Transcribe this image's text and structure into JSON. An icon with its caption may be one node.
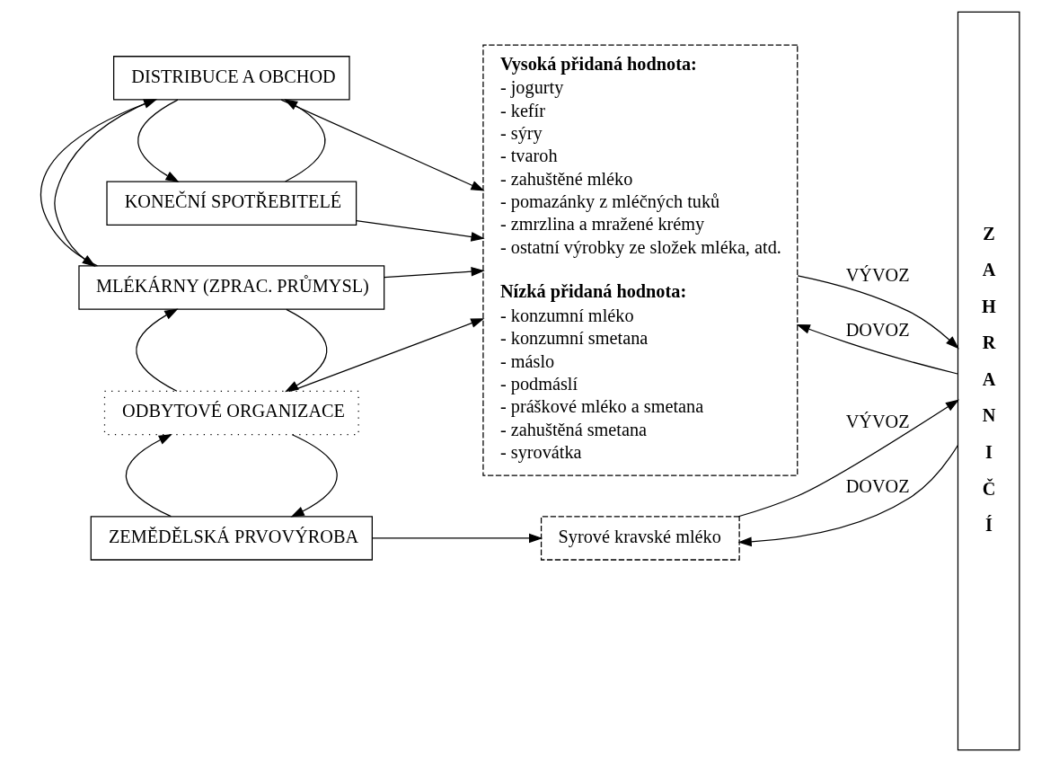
{
  "diagram": {
    "nodes": [
      {
        "text": [
          "KONEČNÍ SPOTŘEBITELÉ"
        ]
      },
      {
        "text": [
          "DISTRIBUCE A OBCHOD"
        ]
      },
      {
        "text": [
          "MLÉKÁRNY (ZPRAC. PRŮMYSL)"
        ]
      },
      {
        "text": [
          "ODBYTOVÉ ORGANIZACE"
        ]
      },
      {
        "text": [
          "ZEMĚDĚLSKÁ PRVOVÝROBA"
        ]
      },
      {
        "text": [
          "Vysoká přidaná hodnota:",
          "- jogurty",
          "- kefír",
          "- sýry",
          "- tvaroh",
          "- zahuštěné mléko",
          "- pomazánky z mléčných tuků",
          "- zmrzlina a mražené krémy",
          "- ostatní výrobky ze složek mléka, atd.",
          "Nízká přidaná hodnota:",
          "- konzumní mléko",
          "- konzumní smetana",
          "- máslo",
          "- podmáslí",
          "- práškové mléko a smetana",
          "- zahuštěná smetana",
          "- syrovátka"
        ]
      },
      {
        "text": [
          "ZAHRANIČÍ"
        ]
      },
      {
        "text": [
          "Syrové kravské mléko"
        ]
      }
    ],
    "edges": [
      {
        "from": 0,
        "to": 1,
        "arrow": "to"
      },
      {
        "from": 1,
        "to": 0,
        "arrow": "to"
      },
      {
        "from": 1,
        "to": 2,
        "arrow": "to"
      },
      {
        "from": 2,
        "to": 1,
        "arrow": "to"
      },
      {
        "from": 2,
        "to": 3,
        "arrow": "to"
      },
      {
        "from": 3,
        "to": 2,
        "arrow": "to"
      },
      {
        "from": 3,
        "to": 4,
        "arrow": "to"
      },
      {
        "from": 4,
        "to": 3,
        "arrow": "to"
      },
      {
        "from": 0,
        "to": 5,
        "arrow": "to"
      },
      {
        "from": 1,
        "to": 5,
        "arrow": "to"
      },
      {
        "from": 2,
        "to": 5,
        "arrow": "to"
      },
      {
        "from": 3,
        "to": 5,
        "arrow": "to"
      },
      {
        "from": 4,
        "to": 7,
        "arrow": "to"
      },
      {
        "from": 5,
        "to": 6,
        "arrow": "to",
        "label": "VÝVOZ"
      },
      {
        "from": 6,
        "to": 5,
        "arrow": "to",
        "label": "DOVOZ"
      },
      {
        "from": 7,
        "to": 6,
        "arrow": "to",
        "label": "VÝVOZ"
      },
      {
        "from": 6,
        "to": 7,
        "arrow": "to",
        "label": "DOVOZ"
      }
    ]
  }
}
